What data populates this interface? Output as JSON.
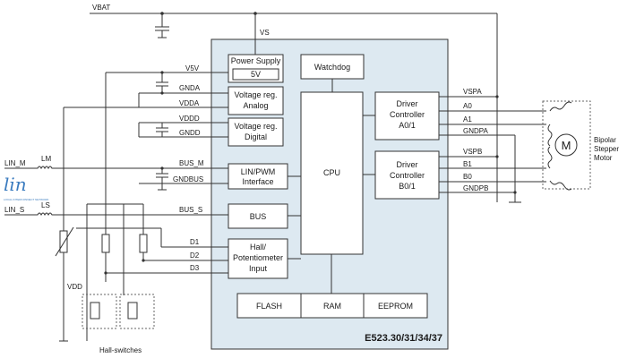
{
  "chip": {
    "part_number": "E523.30/31/34/37",
    "fill_color": "#dde9f1",
    "border_color": "#333333"
  },
  "blocks": {
    "power_supply": "Power Supply",
    "power_5v": "5V",
    "vreg_analog_1": "Voltage reg.",
    "vreg_analog_2": "Analog",
    "vreg_digital_1": "Voltage reg.",
    "vreg_digital_2": "Digital",
    "lin_pwm_1": "LIN/PWM",
    "lin_pwm_2": "Interface",
    "bus": "BUS",
    "hall_1": "Hall/",
    "hall_2": "Potentiometer",
    "hall_3": "Input",
    "watchdog": "Watchdog",
    "cpu": "CPU",
    "driver_a_1": "Driver",
    "driver_a_2": "Controller",
    "driver_a_3": "A0/1",
    "driver_b_1": "Driver",
    "driver_b_2": "Controller",
    "driver_b_3": "B0/1",
    "flash": "FLASH",
    "ram": "RAM",
    "eeprom": "EEPROM"
  },
  "pins": {
    "vbat": "VBAT",
    "vs": "VS",
    "v5v": "V5V",
    "gnda": "GNDA",
    "vdda": "VDDA",
    "vddd": "VDDD",
    "gndd": "GNDD",
    "bus_m": "BUS_M",
    "gndbus": "GNDBUS",
    "bus_s": "BUS_S",
    "d1": "D1",
    "d2": "D2",
    "d3": "D3",
    "vspa": "VSPA",
    "a0": "A0",
    "a1": "A1",
    "gndpa": "GNDPA",
    "vspb": "VSPB",
    "b1": "B1",
    "b0": "B0",
    "gndpb": "GNDPB"
  },
  "external": {
    "lin_m": "LIN_M",
    "lin_s": "LIN_S",
    "lm": "LM",
    "ls": "LS",
    "vdd": "VDD",
    "hall_switches": "Hall-switches",
    "motor_symbol": "M",
    "motor_1": "Bipolar",
    "motor_2": "Stepper",
    "motor_3": "Motor",
    "lin_logo": "lin",
    "lin_logo_small": "LOCAL INTERCONNECT NETWORK"
  }
}
